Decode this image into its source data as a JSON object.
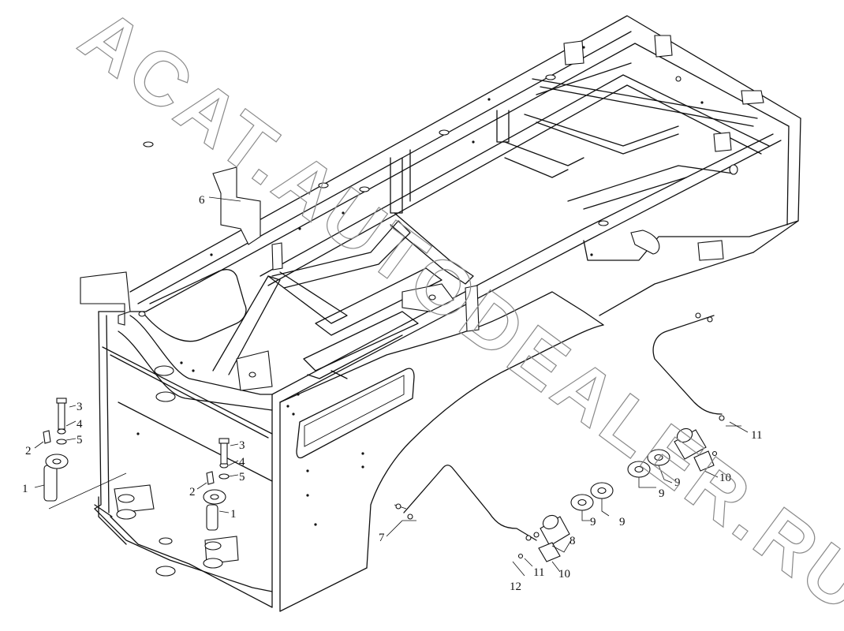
{
  "watermark": {
    "text": "ACAT.AUTODEALER.RU",
    "color": "#8a8a8a"
  },
  "callouts": {
    "c1a": "1",
    "c2a": "2",
    "c3a": "3",
    "c4a": "4",
    "c5a": "5",
    "c1b": "1",
    "c2b": "2",
    "c3b": "3",
    "c4b": "4",
    "c5b": "5",
    "c6": "6",
    "c7": "7",
    "c8": "8",
    "c9a": "9",
    "c9b": "9",
    "c9c": "9",
    "c9d": "9",
    "c10a": "10",
    "c10b": "10",
    "c11a": "11",
    "c11b": "11",
    "c12": "12"
  }
}
